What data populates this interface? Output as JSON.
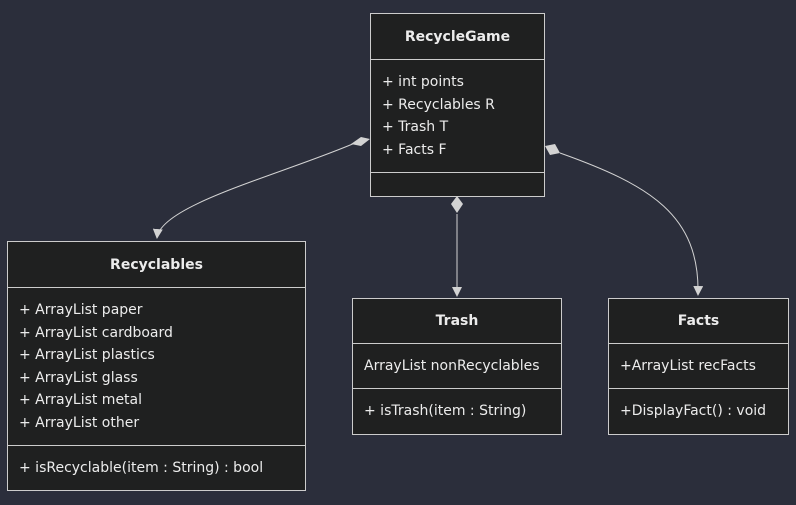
{
  "diagram": {
    "classes": {
      "recyclegame": {
        "name": "RecycleGame",
        "attributes": [
          "+ int points",
          "+ Recyclables R",
          "+ Trash T",
          "+ Facts F"
        ],
        "methods": []
      },
      "recyclables": {
        "name": "Recyclables",
        "attributes": [
          "+ ArrayList paper",
          "+ ArrayList cardboard",
          "+ ArrayList plastics",
          "+ ArrayList glass",
          "+ ArrayList metal",
          "+ ArrayList other"
        ],
        "methods": [
          "+ isRecyclable(item : String) : bool"
        ]
      },
      "trash": {
        "name": "Trash",
        "attributes": [
          "ArrayList nonRecyclables"
        ],
        "methods": [
          "+ isTrash(item : String)"
        ]
      },
      "facts": {
        "name": "Facts",
        "attributes": [
          "+ArrayList recFacts"
        ],
        "methods": [
          "+DisplayFact() : void"
        ]
      }
    },
    "relationships": [
      {
        "from": "RecycleGame",
        "to": "Recyclables",
        "type": "composition"
      },
      {
        "from": "RecycleGame",
        "to": "Trash",
        "type": "composition"
      },
      {
        "from": "RecycleGame",
        "to": "Facts",
        "type": "composition"
      }
    ],
    "colors": {
      "background": "#2b2e3b",
      "box_fill": "#1f2020",
      "box_stroke": "#cccccc",
      "text": "#ececec",
      "edge": "#d3d3d3"
    }
  }
}
